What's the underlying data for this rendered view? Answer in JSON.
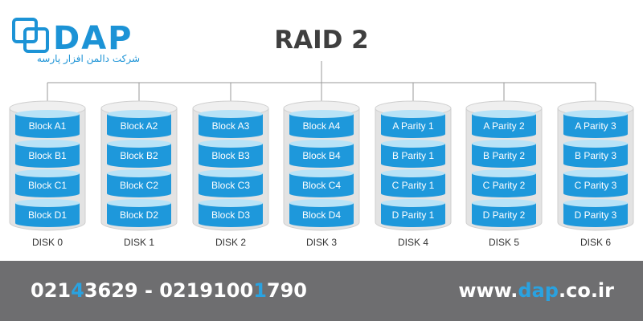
{
  "logo": {
    "word": "DAP",
    "tagline": "شرکت دالمن افزار پارسه"
  },
  "title": "RAID 2",
  "disks": [
    {
      "label": "DISK 0",
      "blocks": [
        "Block A1",
        "Block B1",
        "Block C1",
        "Block D1"
      ]
    },
    {
      "label": "DISK 1",
      "blocks": [
        "Block A2",
        "Block B2",
        "Block C2",
        "Block D2"
      ]
    },
    {
      "label": "DISK 2",
      "blocks": [
        "Block A3",
        "Block B3",
        "Block C3",
        "Block D3"
      ]
    },
    {
      "label": "DISK 3",
      "blocks": [
        "Block A4",
        "Block B4",
        "Block C4",
        "Block D4"
      ]
    },
    {
      "label": "DISK 4",
      "blocks": [
        "A Parity 1",
        "B Parity 1",
        "C Parity 1",
        "D Parity 1"
      ]
    },
    {
      "label": "DISK 5",
      "blocks": [
        "A Parity 2",
        "B Parity 2",
        "C Parity 2",
        "D Parity 2"
      ]
    },
    {
      "label": "DISK 6",
      "blocks": [
        "A Parity 3",
        "B Parity 3",
        "C Parity 3",
        "D Parity 3"
      ]
    }
  ],
  "footer": {
    "phone_a": "021",
    "phone_b": "4",
    "phone_c": "3629 - 021910",
    "phone_d": "0",
    "phone_e": "1",
    "phone_f": "790",
    "web_a": "www.",
    "web_b": "dap",
    "web_c": ".co.ir"
  },
  "colors": {
    "accent": "#1c93d6",
    "block": "#1e98db",
    "block_top": "#b9e3f7",
    "disk_shell": "#e3e3e3",
    "footer_bg": "#6e6e70"
  }
}
